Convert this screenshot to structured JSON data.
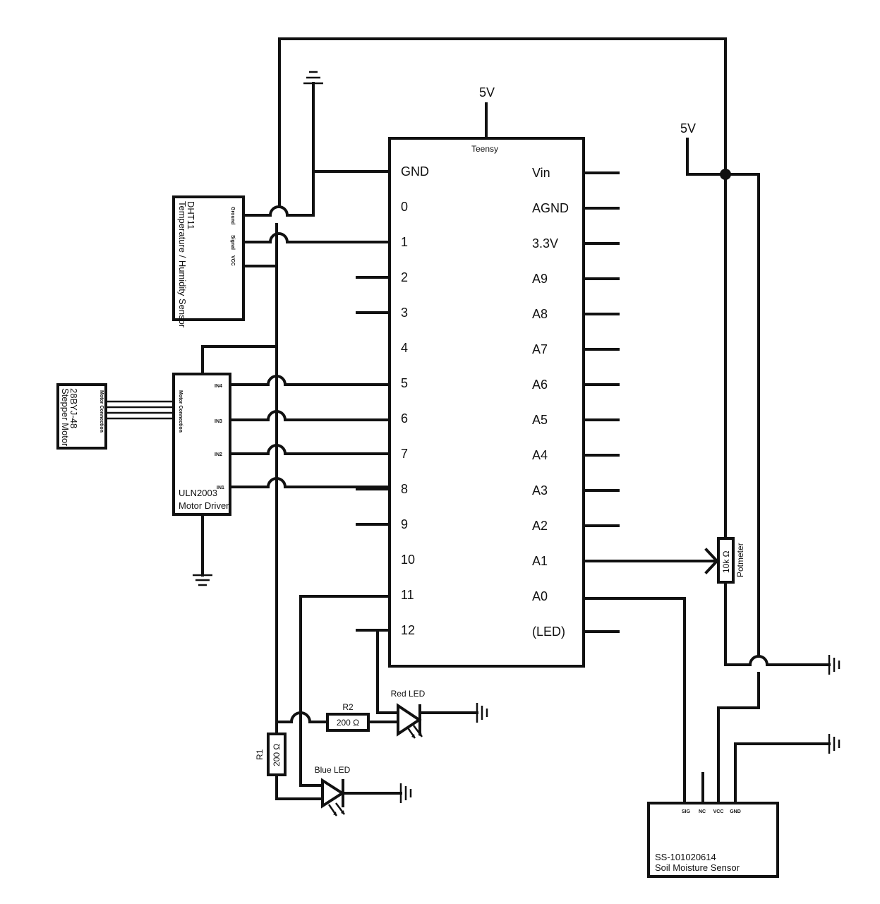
{
  "teensy": {
    "name": "Teensy",
    "left_pins": [
      "GND",
      "0",
      "1",
      "2",
      "3",
      "4",
      "5",
      "6",
      "7",
      "8",
      "9",
      "10",
      "11",
      "12"
    ],
    "right_pins": [
      "Vin",
      "AGND",
      "3.3V",
      "A9",
      "A8",
      "A7",
      "A6",
      "A5",
      "A4",
      "A3",
      "A2",
      "A1",
      "A0",
      "(LED)"
    ]
  },
  "power": {
    "top_5v": "5V",
    "right_5v": "5V"
  },
  "dht": {
    "name": "DHT11",
    "desc": "Temperature / Humidity Sensor",
    "pins": [
      "Ground",
      "Signal",
      "VCC"
    ]
  },
  "driver": {
    "name": "ULN2003",
    "desc": "Motor Driver",
    "conn": "Motor Connection",
    "inputs": [
      "IN4",
      "IN3",
      "IN2",
      "IN1"
    ]
  },
  "motor": {
    "name": "28BYJ-48",
    "desc": "Stepper Motor",
    "conn": "Motor Connection"
  },
  "pot": {
    "value": "10k Ω",
    "name": "Potmeter"
  },
  "r1": {
    "name": "R1",
    "value": "200 Ω"
  },
  "r2": {
    "name": "R2",
    "value": "200 Ω"
  },
  "leds": {
    "red": "Red LED",
    "blue": "Blue LED"
  },
  "soil": {
    "part": "SS-101020614",
    "name": "Soil Moisture Sensor",
    "pins": [
      "SIG",
      "NC",
      "VCC",
      "GND"
    ]
  }
}
